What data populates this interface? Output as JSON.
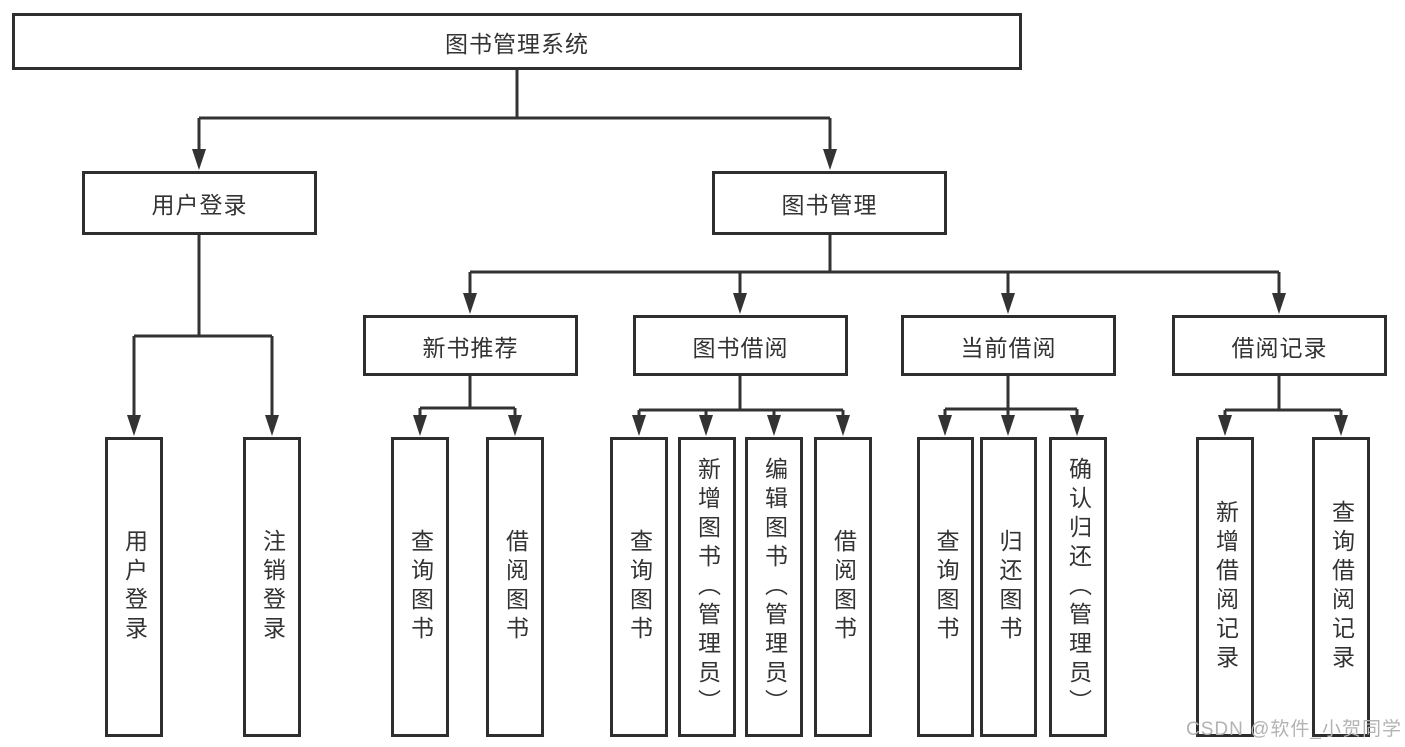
{
  "colors": {
    "background": "#ffffff",
    "line": "#333333",
    "border": "#2e2e2e",
    "box_fill": "#ffffff",
    "text": "#333333",
    "watermark": "#b3b3b3"
  },
  "tree": {
    "root": "图书管理系统",
    "branches": [
      {
        "label": "用户登录",
        "children": [
          "用户登录",
          "注销登录"
        ]
      },
      {
        "label": "图书管理",
        "children": [
          {
            "label": "新书推荐",
            "children": [
              "查询图书",
              "借阅图书"
            ]
          },
          {
            "label": "图书借阅",
            "children": [
              "查询图书",
              "新增图书（管理员）",
              "编辑图书（管理员）",
              "借阅图书"
            ]
          },
          {
            "label": "当前借阅",
            "children": [
              "查询图书",
              "归还图书",
              "确认归还（管理员）"
            ]
          },
          {
            "label": "借阅记录",
            "children": [
              "新增借阅记录",
              "查询借阅记录"
            ]
          }
        ]
      }
    ]
  },
  "watermark": "CSDN @软件_小贺同学"
}
